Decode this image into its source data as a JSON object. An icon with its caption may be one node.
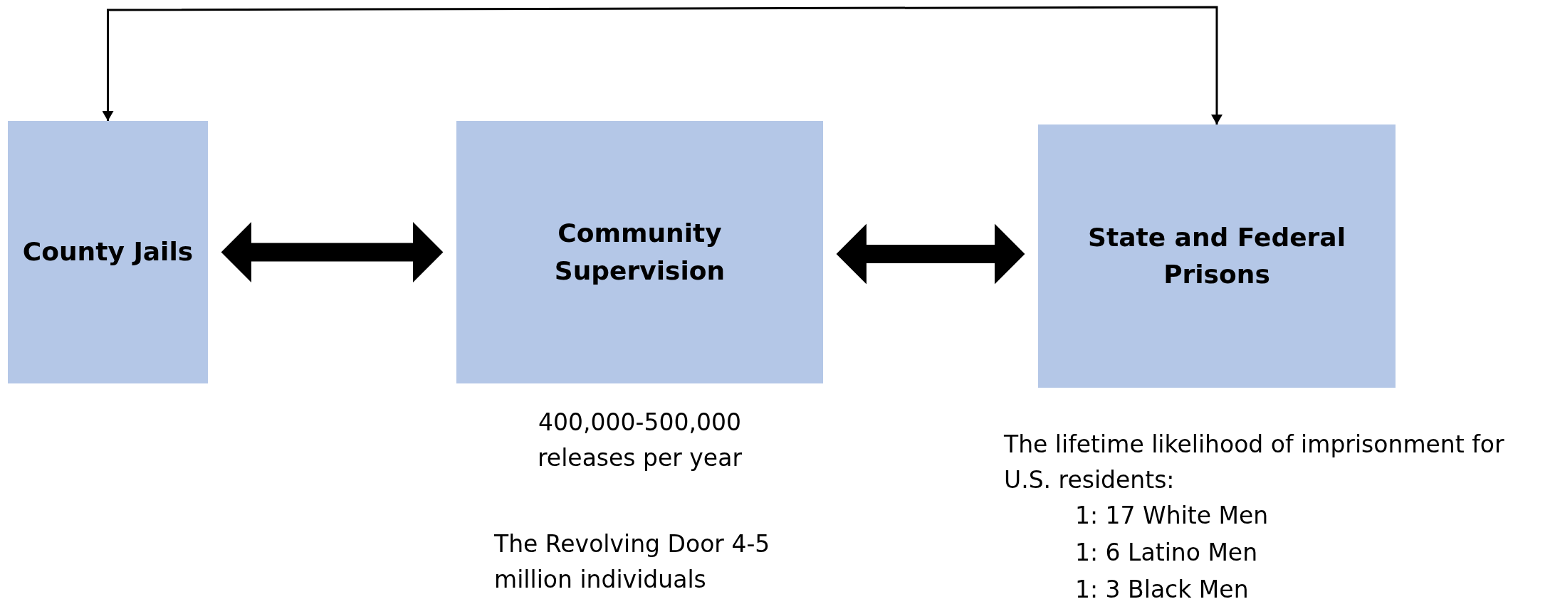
{
  "diagram": {
    "nodes": [
      {
        "text": [
          "County Jails"
        ]
      },
      {
        "text": [
          "Community Supervision"
        ],
        "beside": [
          "400,000-500,000 releases per year"
        ]
      },
      {
        "text": [
          "State and Federal Prisons"
        ]
      }
    ],
    "edges": [
      {
        "from": 0,
        "to": 1,
        "arrow": "both",
        "style": "thick"
      },
      {
        "from": 1,
        "to": 2,
        "arrow": "both",
        "style": "thick"
      },
      {
        "from": 0,
        "to": 2,
        "arrow": "both"
      }
    ],
    "labels": [
      "The Revolving Door 4-5 million individuals",
      "The lifetime likelihood of imprisonment for U.S. residents:",
      "1: 17 White Men",
      "1: 6 Latino Men",
      "1: 3 Black Men"
    ]
  }
}
